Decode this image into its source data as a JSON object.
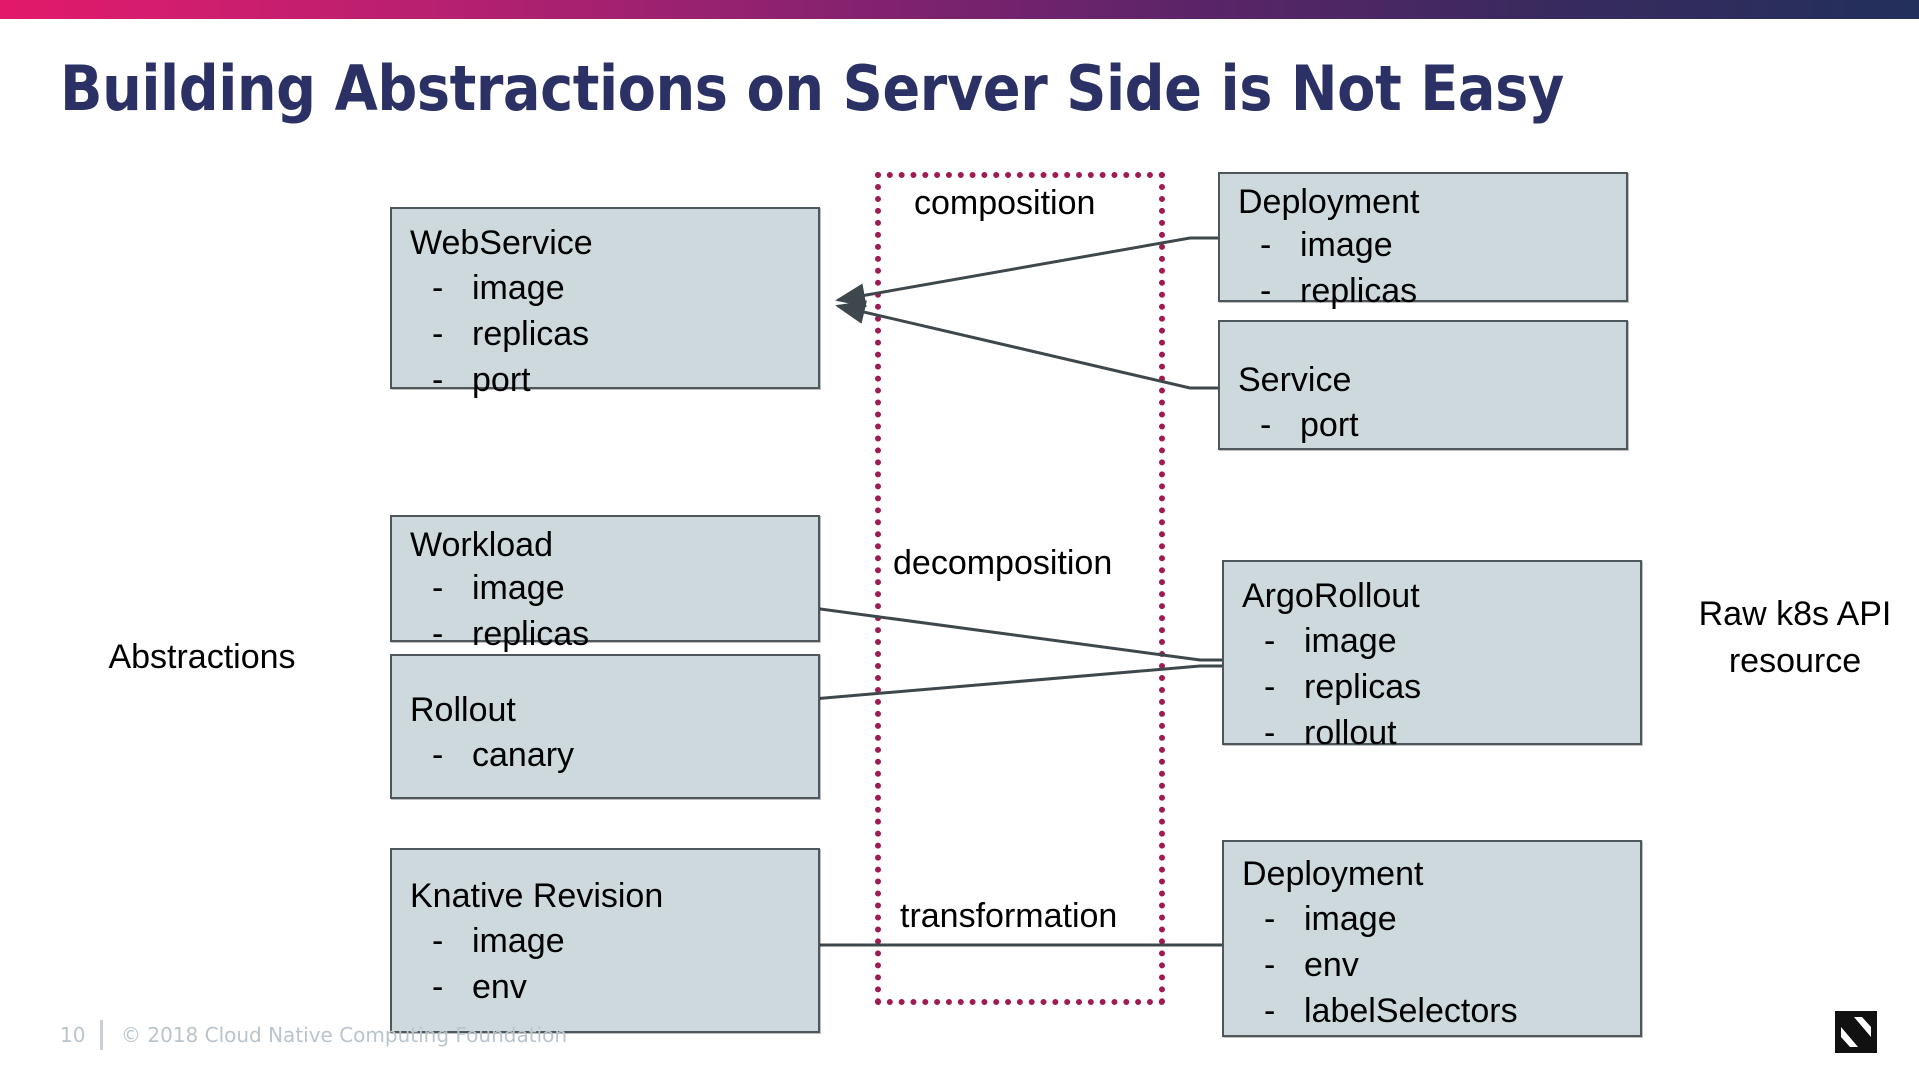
{
  "slide": {
    "title": "Building Abstractions on Server Side is Not Easy",
    "accent_pink": "#E3186A",
    "accent_navy": "#22305B",
    "title_color": "#2B3164",
    "box_fill": "#CDD9DD",
    "box_border": "#4E585C",
    "dotted_border_color": "#A01B54"
  },
  "labels": {
    "left_column": "Abstractions",
    "right_column_line1": "Raw k8s API",
    "right_column_line2": "resource",
    "relation_top": "composition",
    "relation_middle": "decomposition",
    "relation_bottom": "transformation"
  },
  "boxes": {
    "webservice": {
      "title": "WebService",
      "attrs": [
        "image",
        "replicas",
        "port"
      ],
      "bullet": "-"
    },
    "deployment_top": {
      "title": "Deployment",
      "attrs": [
        "image",
        "replicas"
      ],
      "bullet": "-"
    },
    "service": {
      "title": "Service",
      "attrs": [
        "port"
      ],
      "bullet": "-"
    },
    "workload": {
      "title": "Workload",
      "attrs": [
        "image",
        "replicas"
      ],
      "bullet": "-"
    },
    "rollout": {
      "title": "Rollout",
      "attrs": [
        "canary"
      ],
      "bullet": "-"
    },
    "argorollout": {
      "title": "ArgoRollout",
      "attrs": [
        "image",
        "replicas",
        "rollout"
      ],
      "bullet": "-"
    },
    "knative_revision": {
      "title": "Knative Revision",
      "attrs": [
        "image",
        "env"
      ],
      "bullet": "-"
    },
    "deployment_bottom": {
      "title": "Deployment",
      "attrs": [
        "image",
        "env",
        "labelSelectors"
      ],
      "bullet": "-"
    }
  },
  "footer": {
    "page_number": "10",
    "copyright": "© 2018 Cloud Native Computing Foundation"
  }
}
